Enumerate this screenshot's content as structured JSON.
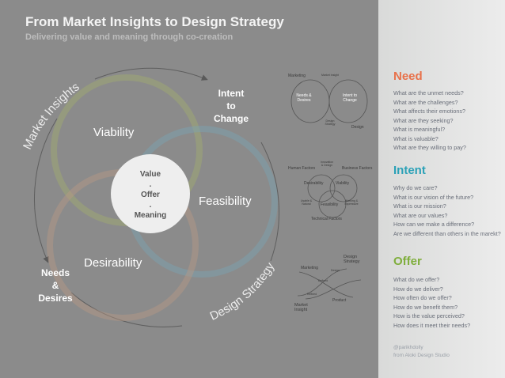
{
  "header": {
    "title": "From Market Insights to Design Strategy",
    "subtitle": "Delivering value and meaning through co-creation"
  },
  "diagram": {
    "arc_top": "Market Insights",
    "arc_bottom": "Design Strategy",
    "intent_to_change": [
      "Intent",
      "to",
      "Change"
    ],
    "needs_desires": [
      "Needs",
      "&",
      "Desires"
    ],
    "viability": "Viability",
    "feasibility": "Feasibility",
    "desirability": "Desirability",
    "center": [
      "Value",
      ".",
      "Offer",
      ".",
      "Meaning"
    ]
  },
  "mini1": {
    "marketing": "Marketing",
    "market_insight": "Market Insight",
    "needs": "Needs & Desires",
    "intent": "Intent to Change",
    "design_strategy": "Design Strategy",
    "design": "Design"
  },
  "mini2": {
    "human": "Human Factors",
    "business": "Business Factors",
    "technical": "Technical Factors",
    "innovation": "Innovation & Design",
    "desirability": "Desirability",
    "viability": "Viability",
    "feasibility": "Feasibility",
    "usable": "Usable & Natural",
    "working": "Working & Expressive"
  },
  "mini3": {
    "marketing": "Marketing",
    "design": "Design",
    "design_strategy": "Design Strategy",
    "market_insight": "Market Insight",
    "product": "Product",
    "defined": "Defined",
    "refined": "Refined"
  },
  "need": {
    "title": "Need",
    "questions": [
      "What are the unmet needs?",
      "What are the challenges?",
      "What affects their emotions?",
      "What are they seeking?",
      "What is meaningful?",
      "What is valuable?",
      "What are they willing to pay?"
    ]
  },
  "intent": {
    "title": "Intent",
    "questions": [
      "Why do we  care?",
      "What is our vision of the future?",
      "What is our mission?",
      "What are our values?",
      "How can we make a difference?",
      "Are we different than others in the marekt?"
    ]
  },
  "offer": {
    "title": "Offer",
    "questions": [
      "What do we offer?",
      "How do we deliver?",
      "How often do we offer?",
      "How do we benefit them?",
      "How is the value perceived?",
      "How does it meet their needs?"
    ]
  },
  "credit": [
    "@parikhdolly",
    "from Aloki Design Studio"
  ],
  "colors": {
    "need": "#e8714a",
    "intent": "#2aa1b7",
    "offer": "#7fae3c",
    "background": "#8b8b8b"
  }
}
